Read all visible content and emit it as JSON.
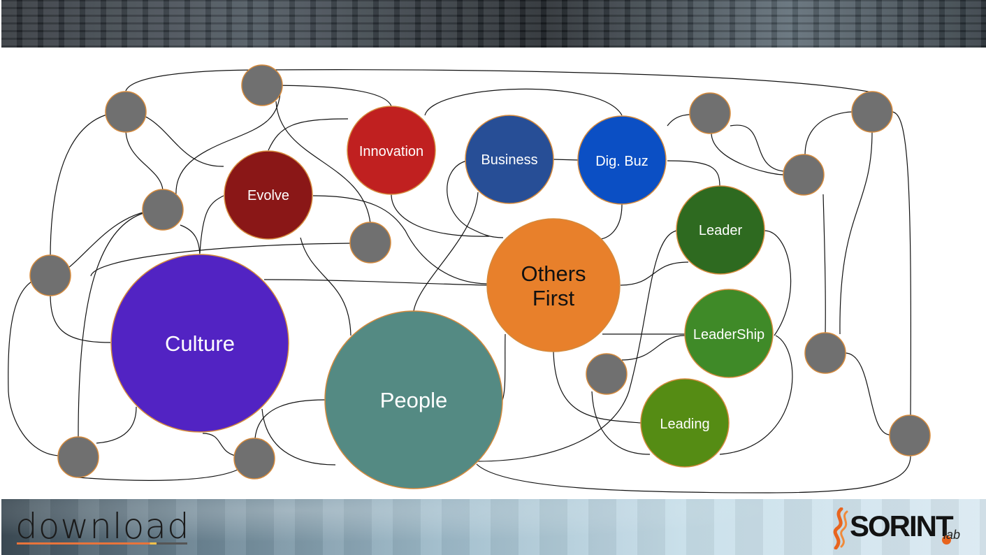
{
  "nodes": {
    "innovation": {
      "label": "Innovation",
      "color": "#c02020"
    },
    "business": {
      "label": "Business",
      "color": "#274e96"
    },
    "dig_buz": {
      "label": "Dig. Buz",
      "color": "#0b4fc4"
    },
    "evolve": {
      "label": "Evolve",
      "color": "#8a1717"
    },
    "leader": {
      "label": "Leader",
      "color": "#2e6a20"
    },
    "others_first": {
      "line1": "Others",
      "line2": "First",
      "color": "#e8802b"
    },
    "leadership": {
      "label": "LeaderShip",
      "color": "#3f8a28"
    },
    "culture": {
      "label": "Culture",
      "color": "#5223c3"
    },
    "people": {
      "label": "People",
      "color": "#548a83"
    },
    "leading": {
      "label": "Leading",
      "color": "#558c14"
    },
    "unlabeled_color": "#707070"
  },
  "footer": {
    "download_logo": "download",
    "sorint_logo": "SORINT",
    "sorint_lab": "lab"
  }
}
